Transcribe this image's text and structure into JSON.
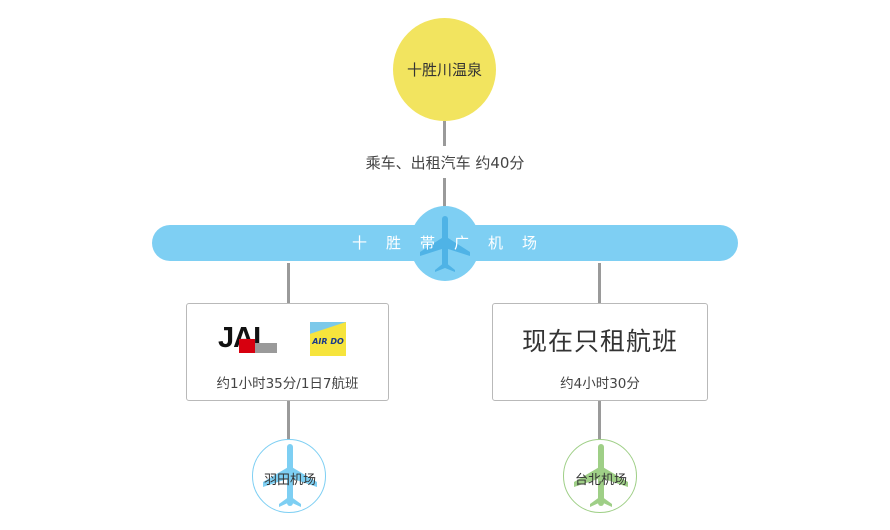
{
  "destination": {
    "label": "十胜川温泉"
  },
  "transfer": {
    "label": "乘车、出租汽车 约40分"
  },
  "hub_airport": {
    "label": "十胜帯广机场"
  },
  "route_left": {
    "airlines": [
      "JAL",
      "AIR DO"
    ],
    "jal_logo_text": "JAL",
    "airdo_logo_text": "AIR DO",
    "info": "约1小时35分/1日7航班",
    "origin": "羽田机场"
  },
  "route_right": {
    "title": "现在只租航班",
    "info": "约4小时30分",
    "origin": "台北机场"
  },
  "colors": {
    "destination": "#f2e45f",
    "hub": "#7ecff3",
    "haneda": "#7ecff3",
    "taipei": "#9fcf87",
    "line": "#9a9a9a",
    "jal_red": "#d7000f"
  },
  "icons": [
    "airplane-icon",
    "jal-logo",
    "airdo-logo"
  ]
}
